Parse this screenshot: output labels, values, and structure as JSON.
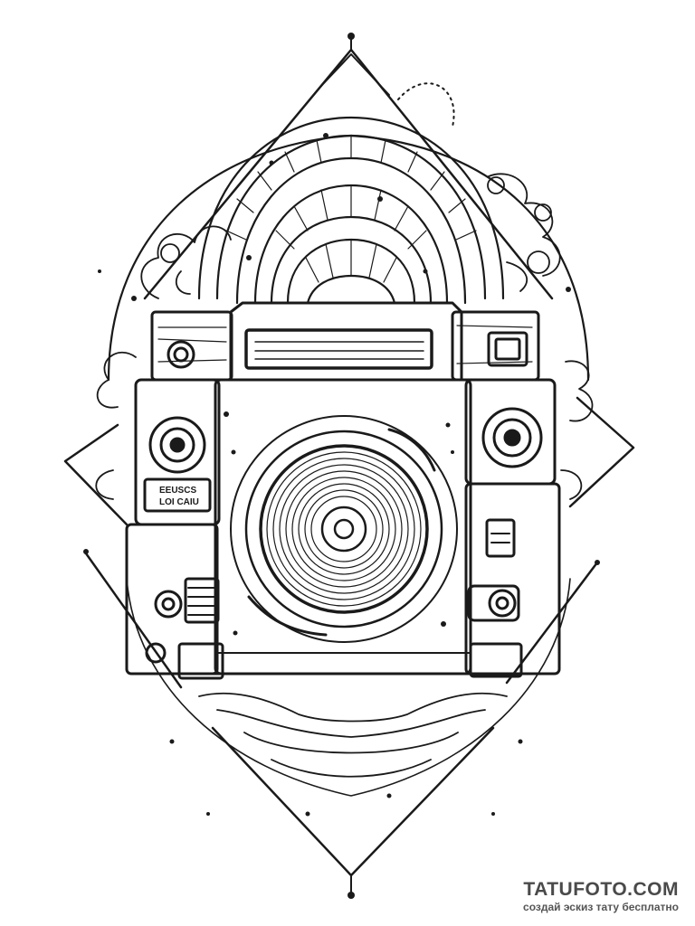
{
  "watermark": {
    "site": "TATUFOTO.COM",
    "tagline": "создай эскиз тату бесплатно"
  },
  "camera": {
    "label_lines": [
      "EEUSCS",
      "LOI CAIU"
    ]
  },
  "artwork": {
    "subject": "camera-tattoo-sketch",
    "ink_color": "#1a1a1a",
    "paper_color": "#ffffff"
  }
}
